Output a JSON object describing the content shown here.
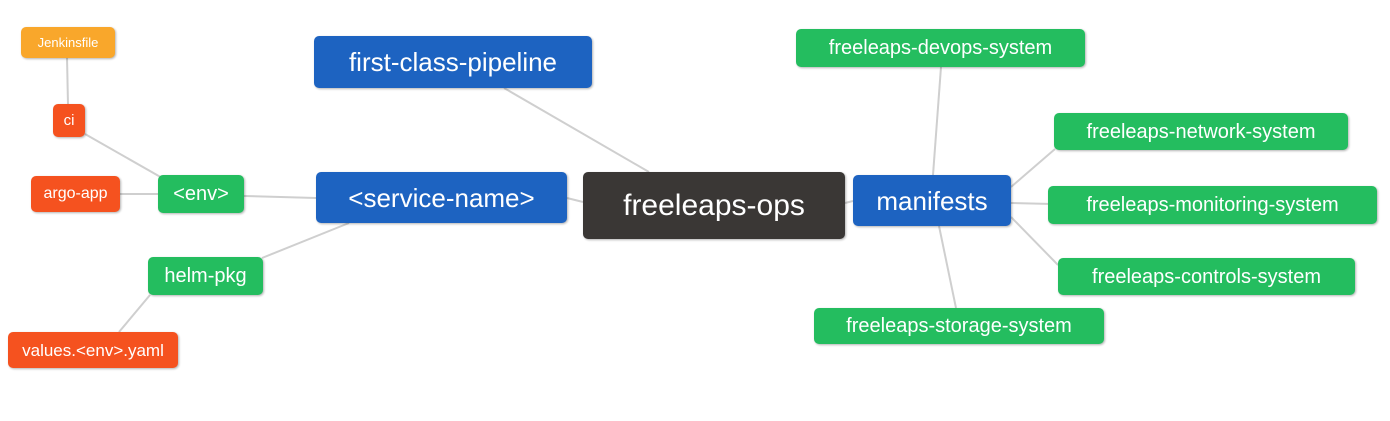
{
  "diagram": {
    "type": "mindmap",
    "root_label": "freeleaps-ops"
  },
  "colors": {
    "blue": "#1d63c1",
    "green": "#24bd5f",
    "orange": "#f9a72b",
    "red": "#f5521f",
    "dark": "#3a3735",
    "edge": "#cfcfcf",
    "text": "#ffffff",
    "background": "#ffffff"
  },
  "nodes": {
    "freeleaps_ops": {
      "label": "freeleaps-ops"
    },
    "first_class_pipeline": {
      "label": "first-class-pipeline"
    },
    "service_name": {
      "label": "<service-name>"
    },
    "manifests": {
      "label": "manifests"
    },
    "env": {
      "label": "<env>"
    },
    "helm_pkg": {
      "label": "helm-pkg"
    },
    "ci": {
      "label": "ci"
    },
    "argo_app": {
      "label": "argo-app"
    },
    "jenkinsfile": {
      "label": "Jenkinsfile"
    },
    "values_env_yaml": {
      "label": "values.<env>.yaml"
    },
    "devops_system": {
      "label": "freeleaps-devops-system"
    },
    "network_system": {
      "label": "freeleaps-network-system"
    },
    "monitoring_system": {
      "label": "freeleaps-monitoring-system"
    },
    "controls_system": {
      "label": "freeleaps-controls-system"
    },
    "storage_system": {
      "label": "freeleaps-storage-system"
    }
  },
  "edges": [
    {
      "from": "jenkinsfile",
      "to": "ci"
    },
    {
      "from": "ci",
      "to": "env"
    },
    {
      "from": "argo_app",
      "to": "env"
    },
    {
      "from": "env",
      "to": "service_name"
    },
    {
      "from": "helm_pkg",
      "to": "service_name"
    },
    {
      "from": "values_env_yaml",
      "to": "helm_pkg"
    },
    {
      "from": "first_class_pipeline",
      "to": "freeleaps_ops"
    },
    {
      "from": "service_name",
      "to": "freeleaps_ops"
    },
    {
      "from": "freeleaps_ops",
      "to": "manifests"
    },
    {
      "from": "manifests",
      "to": "devops_system"
    },
    {
      "from": "manifests",
      "to": "network_system"
    },
    {
      "from": "manifests",
      "to": "monitoring_system"
    },
    {
      "from": "manifests",
      "to": "controls_system"
    },
    {
      "from": "manifests",
      "to": "storage_system"
    }
  ]
}
